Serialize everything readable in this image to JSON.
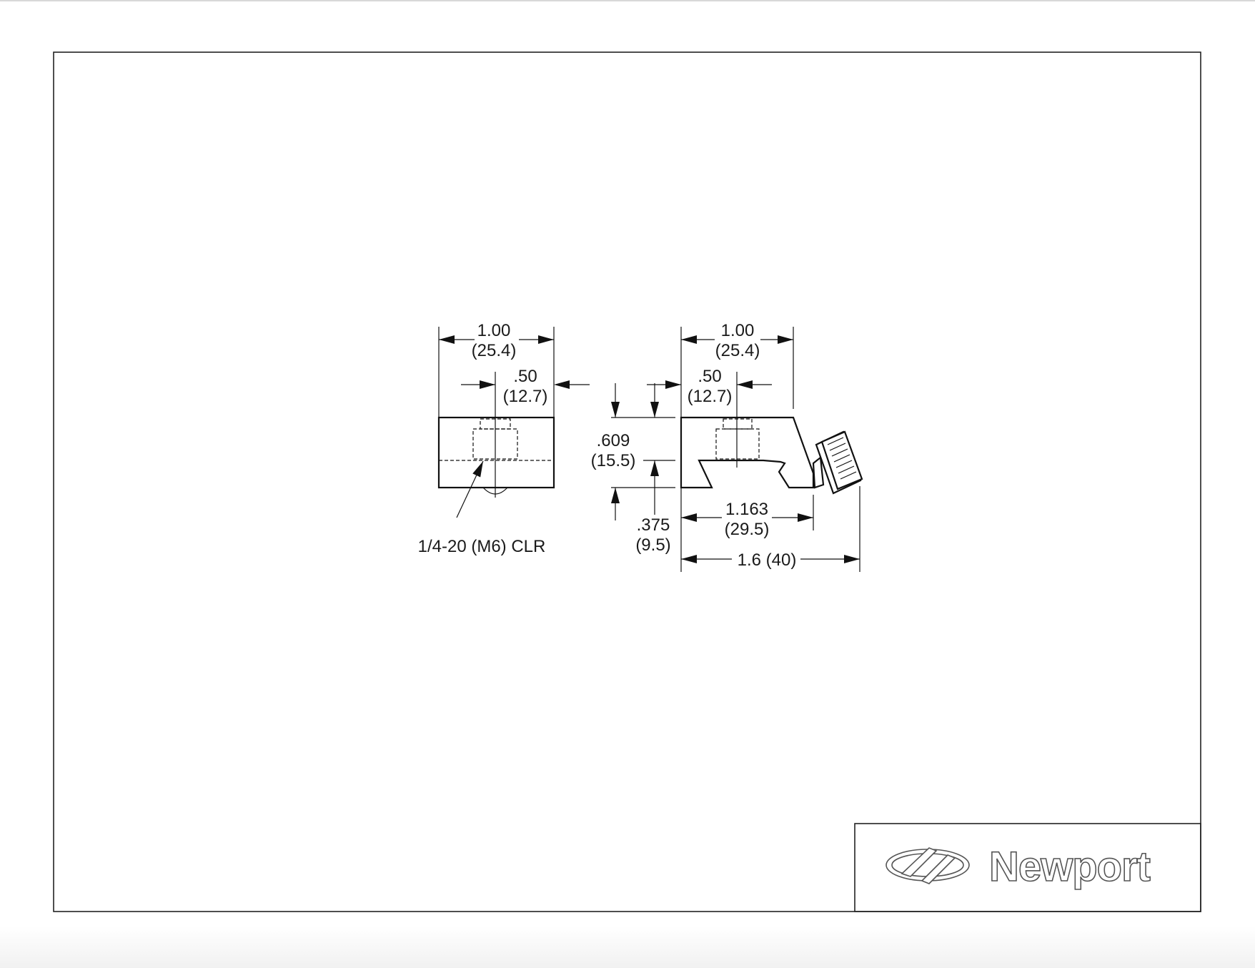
{
  "drawing": {
    "front_view": {
      "width_in": "1.00",
      "width_mm": "(25.4)",
      "center_in": ".50",
      "center_mm": "(12.7)",
      "hole_label": "1/4-20 (M6) CLR"
    },
    "side_view": {
      "width_in": "1.00",
      "width_mm": "(25.4)",
      "center_in": ".50",
      "center_mm": "(12.7)",
      "height_in": ".609",
      "height_mm": "(15.5)",
      "slot_in": ".375",
      "slot_mm": "(9.5)",
      "base_length": "1.163",
      "base_length_mm": "(29.5)",
      "overall_length": "1.6 (40)"
    }
  },
  "title_block": {
    "brand": "Newport"
  }
}
